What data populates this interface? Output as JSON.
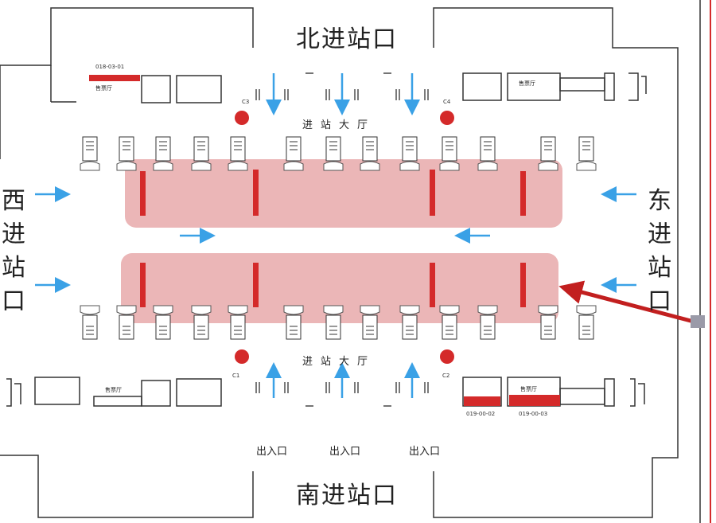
{
  "gates": {
    "north": "北进站口",
    "south": "南进站口",
    "west": "西进站口",
    "east": "东进站口"
  },
  "hall_label": "进站大厅",
  "exit_label": "出入口",
  "ticket_office": "售票厅",
  "points": {
    "c1": "C3",
    "c2": "C4",
    "c3": "C1",
    "c4": "C2"
  },
  "codes": {
    "top_left": "018-03-01",
    "bottom_right_1": "019-00-02",
    "bottom_right_2": "019-00-03"
  },
  "colors": {
    "highlight": "#e8a9aa",
    "red": "#d42a2a",
    "blue": "#3aa1e6",
    "arrow": "#c21f1f"
  }
}
